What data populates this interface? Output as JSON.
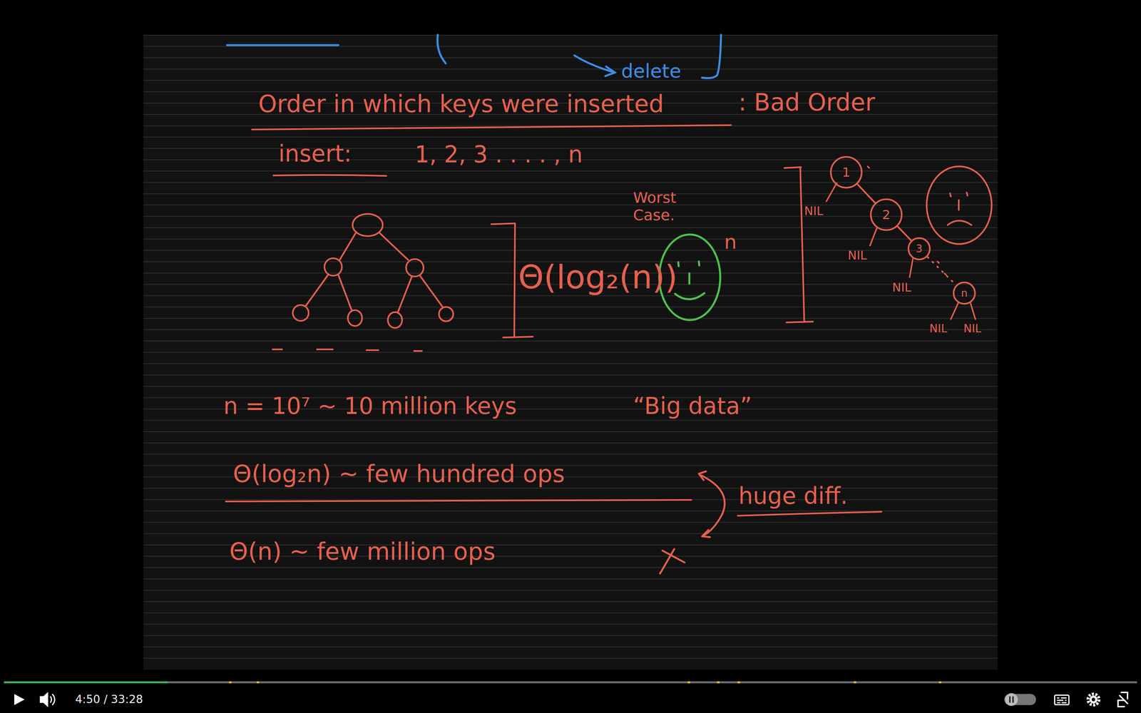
{
  "diagram": {
    "nodes": [
      {
        "text": [
          "1"
        ]
      },
      {
        "text": [
          "2"
        ]
      },
      {
        "text": [
          "3"
        ]
      },
      {
        "text": [
          "n"
        ]
      }
    ],
    "edges": [
      {
        "from": 0,
        "to": 1,
        "arrow": "none"
      },
      {
        "from": 1,
        "to": 2,
        "arrow": "none"
      },
      {
        "from": 2,
        "to": 3,
        "arrow": "none"
      }
    ],
    "labels": [
      "delete",
      "Order in which keys were inserted",
      ": Bad Order",
      "insert:",
      "1, 2, 3 . . . . , n",
      "Worst Case.",
      "Θ(log₂(n))",
      "n",
      "NIL",
      "NIL",
      "NIL",
      "NIL",
      "NIL",
      "n = 10⁷ ~ 10 million keys",
      "“Big data”",
      "Θ(log₂n) ~ few hundred ops",
      "huge diff.",
      "Θ(n) ~ few million ops",
      "4:50 / 33:28"
    ]
  }
}
